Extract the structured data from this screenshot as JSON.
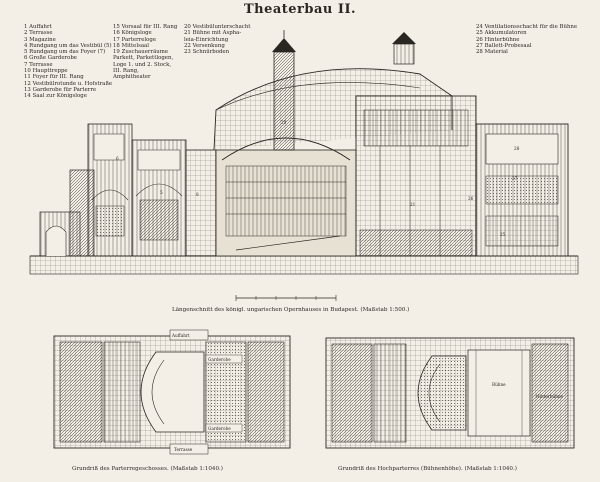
{
  "title": "Theaterbau II.",
  "legend": [
    [
      "1 Auffahrt",
      "2 Terrasse",
      "3 Magazine",
      "4 Rundgang um das Vestibül (5)",
      "5 Rundgang um das Foyer (7)",
      "6 Große Garderobe",
      "7 Terrasse",
      "10 Haupttreppe",
      "11 Foyer für III. Rang",
      "12 Vestibülrotunde u. Hofstraße",
      "13 Garderobe für Parterre",
      "14 Saal zur Königsloge"
    ],
    [
      "15 Vorsaal für III. Rang",
      "16 Königsloge",
      "17 Parterreloge",
      "18 Mittelsaal",
      "19 Zuschauerräume",
      "Parkett, Parkettlogen,",
      "Loge 1. und 2. Stock,",
      "III. Rang,",
      "Amphitheater"
    ],
    [
      "20 Vestibülunterschacht",
      "21 Bühne mit Aspha-",
      "leia-Einrichtung",
      "22 Versenkung",
      "23 Schnürboden"
    ],
    [
      "24 Ventilationsschacht für die Bühne",
      "25 Akkumulatoren",
      "26 Hinterbühne",
      "27 Ballett-Probesaal",
      "28 Material"
    ]
  ],
  "captions": {
    "section": "Längenschnitt des königl. ungarischen Opernhauses in Budapest. (Maßstab 1:500.)",
    "plan_left": "Grundriß des Parterregeschosses. (Maßstab 1:1040.)",
    "plan_right": "Grundriß des Hochparterres (Bühnenhöhe). (Maßstab 1:1040.)"
  },
  "section_labels": [
    "6",
    "5",
    "29",
    "8",
    "21",
    "27",
    "26",
    "25",
    "28"
  ],
  "plan_labels": {
    "left": [
      "Auffahrt",
      "Garderobe",
      "Garderobe",
      "Terrasse"
    ],
    "right": [
      "Bühne",
      "Hinterbühne"
    ]
  }
}
